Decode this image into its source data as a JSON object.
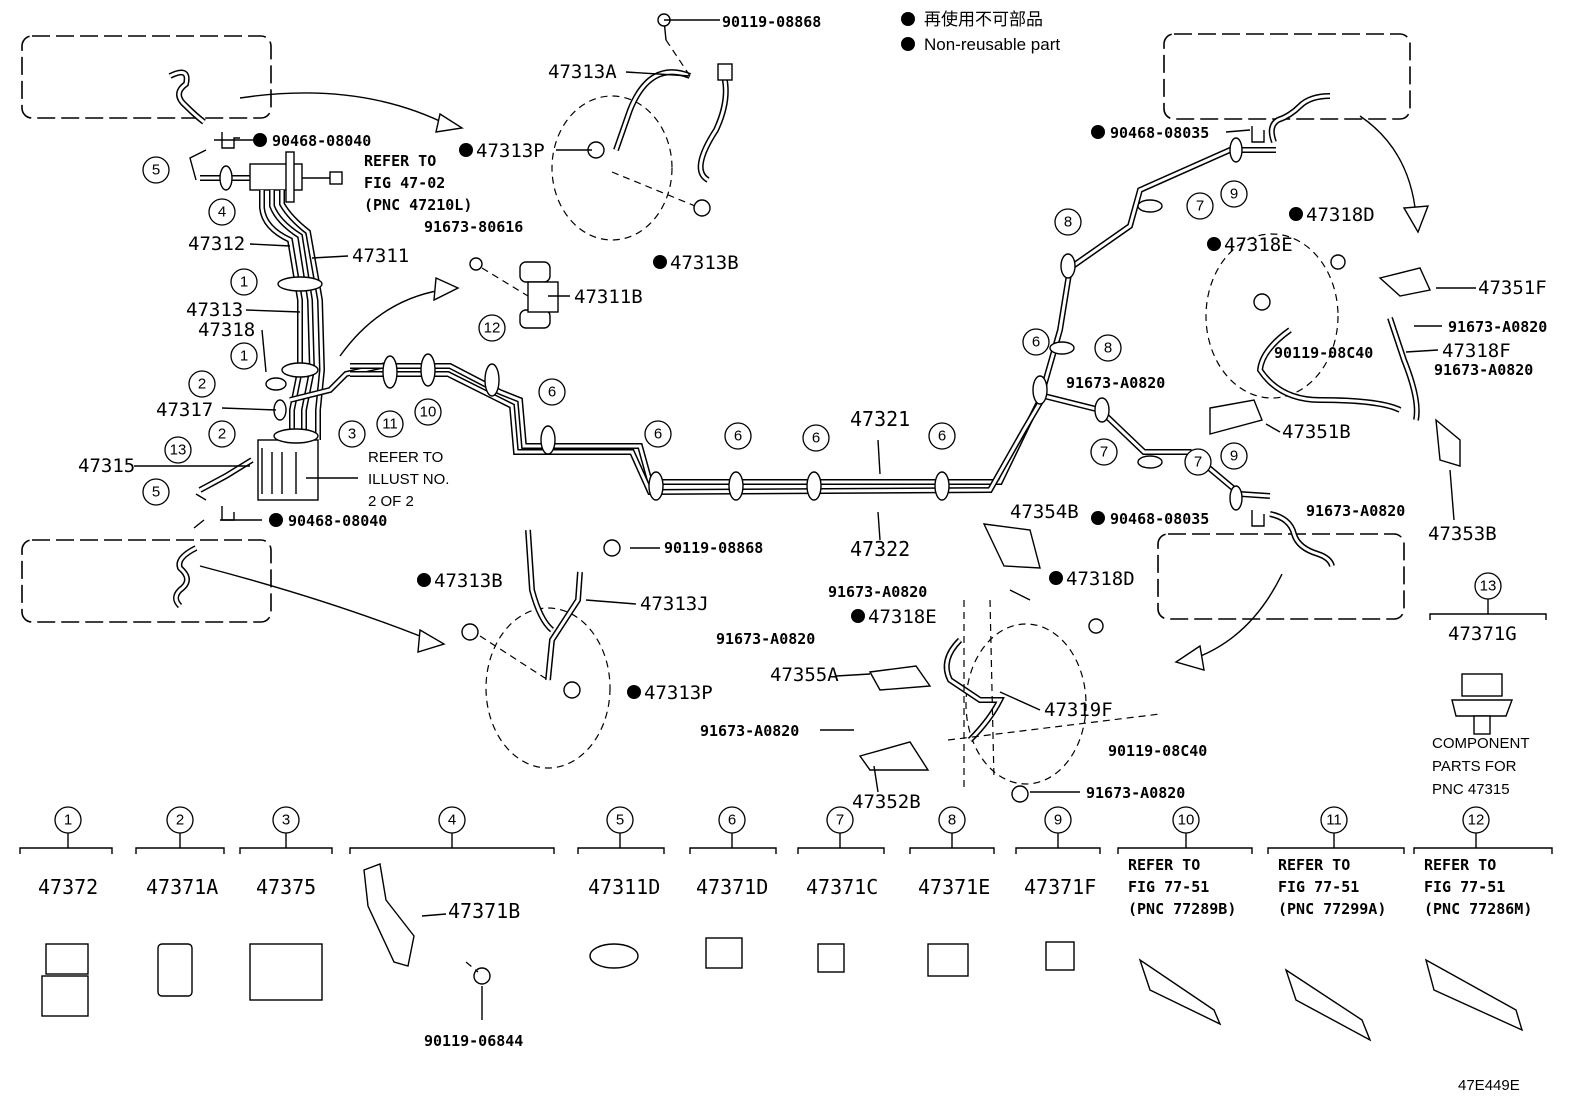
{
  "legend": {
    "jp": "再使用不可部品",
    "en": "Non-reusable part"
  },
  "figure_code": "47E449E",
  "refer_fig": {
    "l1": "REFER TO",
    "l2": "FIG 47-02",
    "l3": "(PNC 47210L)"
  },
  "refer_illust": {
    "l1": "REFER TO",
    "l2": "ILLUST NO.",
    "l3": "2 OF 2"
  },
  "component_note": {
    "l1": "COMPONENT",
    "l2": "PARTS FOR",
    "l3": "PNC 47315"
  },
  "labels": {
    "p90119_08868_top": "90119-08868",
    "p47313A": "47313A",
    "p47313P_top": "47313P",
    "p47313B_top": "47313B",
    "p90468_08040_top": "90468-08040",
    "p47312": "47312",
    "p47311": "47311",
    "p91673_80616": "91673-80616",
    "p47311B": "47311B",
    "p47313": "47313",
    "p47318": "47318",
    "p47317": "47317",
    "p47315": "47315",
    "p90468_08040_bot": "90468-08040",
    "p47313B_bot": "47313B",
    "p90119_08868_bot": "90119-08868",
    "p47313J": "47313J",
    "p47313P_bot": "47313P",
    "p47321": "47321",
    "p47322": "47322",
    "p90468_08035_top": "90468-08035",
    "p47318D_top": "47318D",
    "p47318E_top": "47318E",
    "p47351F": "47351F",
    "p91673_A0820_r1": "91673-A0820",
    "p90119_08C40_top": "90119-08C40",
    "p47318F": "47318F",
    "p91673_A0820_r2": "91673-A0820",
    "p91673_A0820_r3": "91673-A0820",
    "p47351B": "47351B",
    "p91673_A0820_r4": "91673-A0820",
    "p47353B": "47353B",
    "p90468_08035_bot": "90468-08035",
    "p47354B": "47354B",
    "p91673_A0820_c1": "91673-A0820",
    "p47318D_bot": "47318D",
    "p47318E_bot": "47318E",
    "p91673_A0820_c2": "91673-A0820",
    "p47355A": "47355A",
    "p47319F": "47319F",
    "p91673_A0820_c3": "91673-A0820",
    "p90119_08C40_bot": "90119-08C40",
    "p91673_A0820_c4": "91673-A0820",
    "p47352B": "47352B",
    "p47371G": "47371G"
  },
  "callouts": [
    "1",
    "2",
    "3",
    "4",
    "5",
    "6",
    "7",
    "8",
    "9",
    "10",
    "11",
    "12",
    "13"
  ],
  "components": [
    {
      "num": "1",
      "part": "47372"
    },
    {
      "num": "2",
      "part": "47371A"
    },
    {
      "num": "3",
      "part": "47375"
    },
    {
      "num": "4",
      "part": "47371B",
      "bolt": "90119-06844"
    },
    {
      "num": "5",
      "part": "47311D"
    },
    {
      "num": "6",
      "part": "47371D"
    },
    {
      "num": "7",
      "part": "47371C"
    },
    {
      "num": "8",
      "part": "47371E"
    },
    {
      "num": "9",
      "part": "47371F"
    },
    {
      "num": "10",
      "refer": [
        "REFER TO",
        "FIG 77-51",
        "(PNC 77289B)"
      ]
    },
    {
      "num": "11",
      "refer": [
        "REFER TO",
        "FIG 77-51",
        "(PNC 77299A)"
      ]
    },
    {
      "num": "12",
      "refer": [
        "REFER TO",
        "FIG 77-51",
        "(PNC 77286M)"
      ]
    }
  ]
}
